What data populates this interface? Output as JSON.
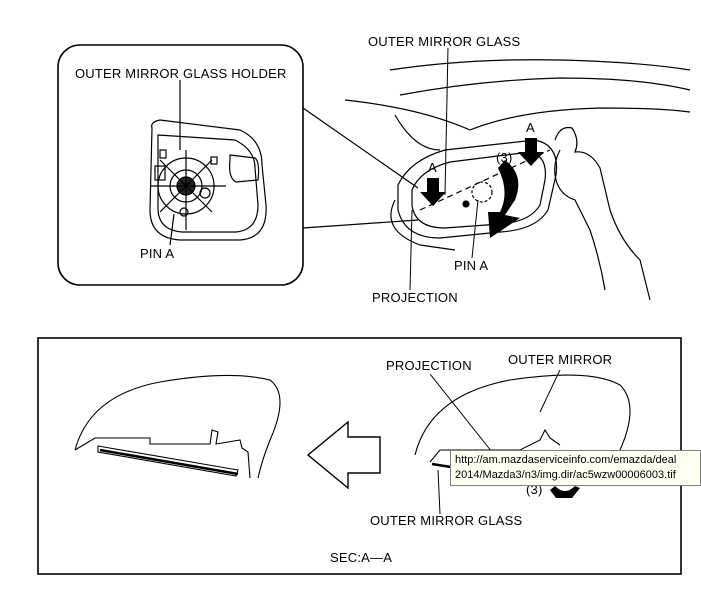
{
  "top": {
    "detail_title": "OUTER MIRROR GLASS HOLDER",
    "detail_pin": "PIN A",
    "main_glass": "OUTER MIRROR GLASS",
    "arrow_a_left": "A",
    "arrow_a_right": "A",
    "step": "(3)",
    "main_pin": "PIN A",
    "projection": "PROJECTION"
  },
  "bottom": {
    "projection": "PROJECTION",
    "outer_mirror": "OUTER MIRROR",
    "outer_mirror_glass": "OUTER MIRROR GLASS",
    "step": "(3)",
    "section": "SEC:A—A"
  },
  "tooltip": {
    "line1": "http://am.mazdaserviceinfo.com/emazda/deal",
    "line2": "2014/Mazda3/n3/img.dir/ac5wzw00006003.tif"
  }
}
